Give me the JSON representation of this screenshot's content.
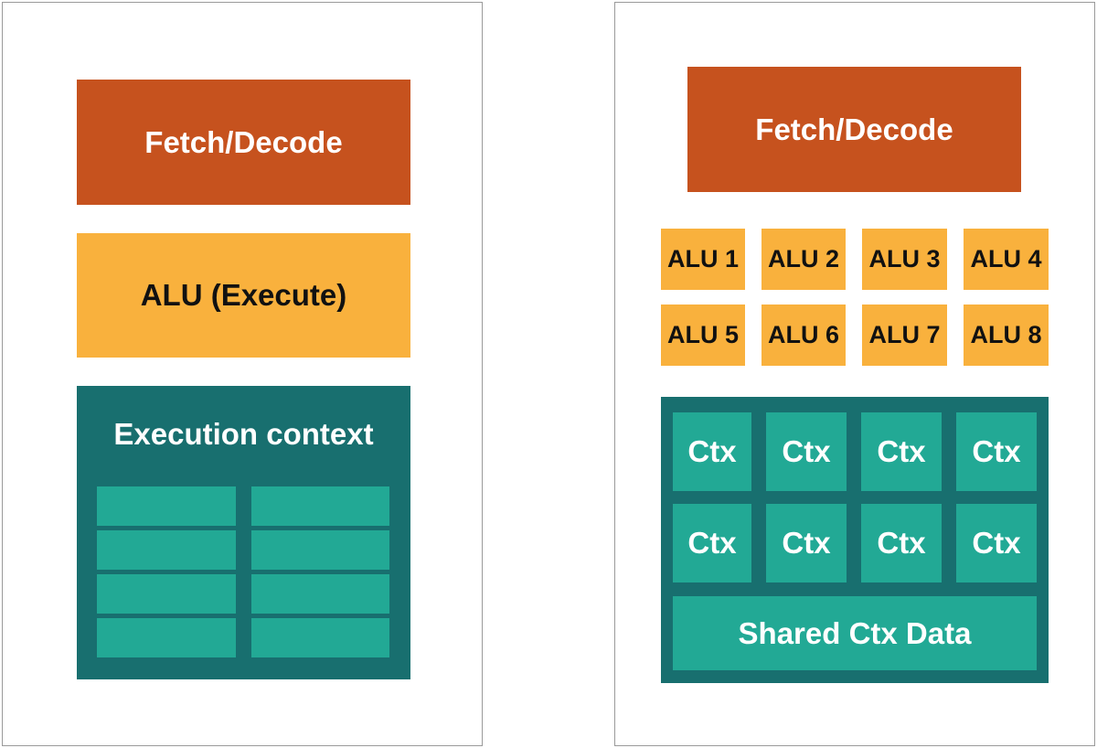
{
  "left_core": {
    "fetch_decode": "Fetch/Decode",
    "alu": "ALU (Execute)",
    "context_title": "Execution context"
  },
  "right_core": {
    "fetch_decode": "Fetch/Decode",
    "alus": [
      "ALU 1",
      "ALU 2",
      "ALU 3",
      "ALU 4",
      "ALU 5",
      "ALU 6",
      "ALU 7",
      "ALU 8"
    ],
    "ctx_label": "Ctx",
    "shared_ctx": "Shared Ctx Data"
  },
  "colors": {
    "fetch_decode": "#c6521e",
    "alu": "#f9b13d",
    "context_outer": "#186f6f",
    "context_cell": "#22a995"
  }
}
